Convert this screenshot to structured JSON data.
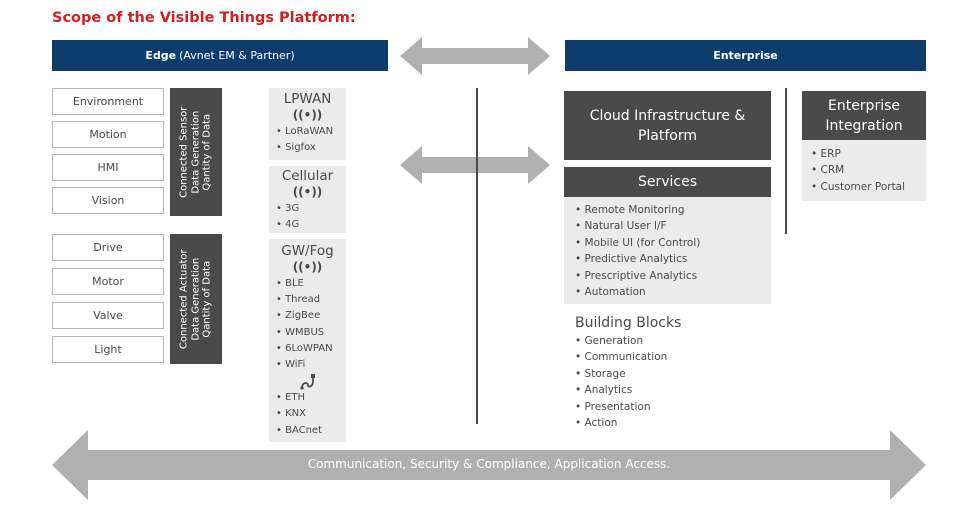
{
  "title": "Scope of the Visible Things Platform:",
  "edge_header": {
    "bold": "Edge",
    "rest": "(Avnet EM & Partner)"
  },
  "enterprise_header": "Enterprise",
  "sensors": {
    "items": [
      "Environment",
      "Motion",
      "HMI",
      "Vision"
    ],
    "label_lines": [
      "Connected Sensor",
      "Data Generation",
      "Qantity of Data"
    ]
  },
  "actuators": {
    "items": [
      "Drive",
      "Motor",
      "Valve",
      "Light"
    ],
    "label_lines": [
      "Connected Actuator",
      "Data Generation",
      "Qantity of Data"
    ]
  },
  "networks": [
    {
      "name": "LPWAN",
      "icon": "wireless-icon",
      "items": [
        "• LoRaWAN",
        "• Sigfox"
      ]
    },
    {
      "name": "Cellular",
      "icon": "wireless-icon",
      "items": [
        "• 3G",
        "• 4G"
      ]
    },
    {
      "name": "GW/Fog",
      "icon": "wireless-icon",
      "items": [
        "• BLE",
        "• Thread",
        "• ZigBee",
        "• WMBUS",
        "• 6LoWPAN",
        "• WiFi"
      ],
      "wired_icon": "cable-icon",
      "wired_items": [
        "• ETH",
        "• KNX",
        "• BACnet"
      ]
    }
  ],
  "cloud": {
    "line1": "Cloud Infrastructure &",
    "line2": "Platform"
  },
  "services": {
    "title": "Services",
    "items": [
      "• Remote Monitoring",
      "• Natural User I/F",
      "• Mobile UI (for Control)",
      "• Predictive Analytics",
      "• Prescriptive Analytics",
      "• Automation"
    ]
  },
  "building_blocks": {
    "title": "Building Blocks",
    "items": [
      "• Generation",
      "• Communication",
      "• Storage",
      "• Analytics",
      "• Presentation",
      "• Action"
    ]
  },
  "enterprise_integration": {
    "line1": "Enterprise",
    "line2": "Integration",
    "items": [
      "• ERP",
      "• CRM",
      "• Customer Portal"
    ]
  },
  "bottom_arrow_label": "Communication, Security & Compliance, Application Access.",
  "colors": {
    "title_red": "#d11f1f",
    "header_navy": "#0e3d6d",
    "dark_gray": "#4a4a4a",
    "light_gray": "#ebebeb",
    "arrow_gray": "#b0b0b0"
  }
}
